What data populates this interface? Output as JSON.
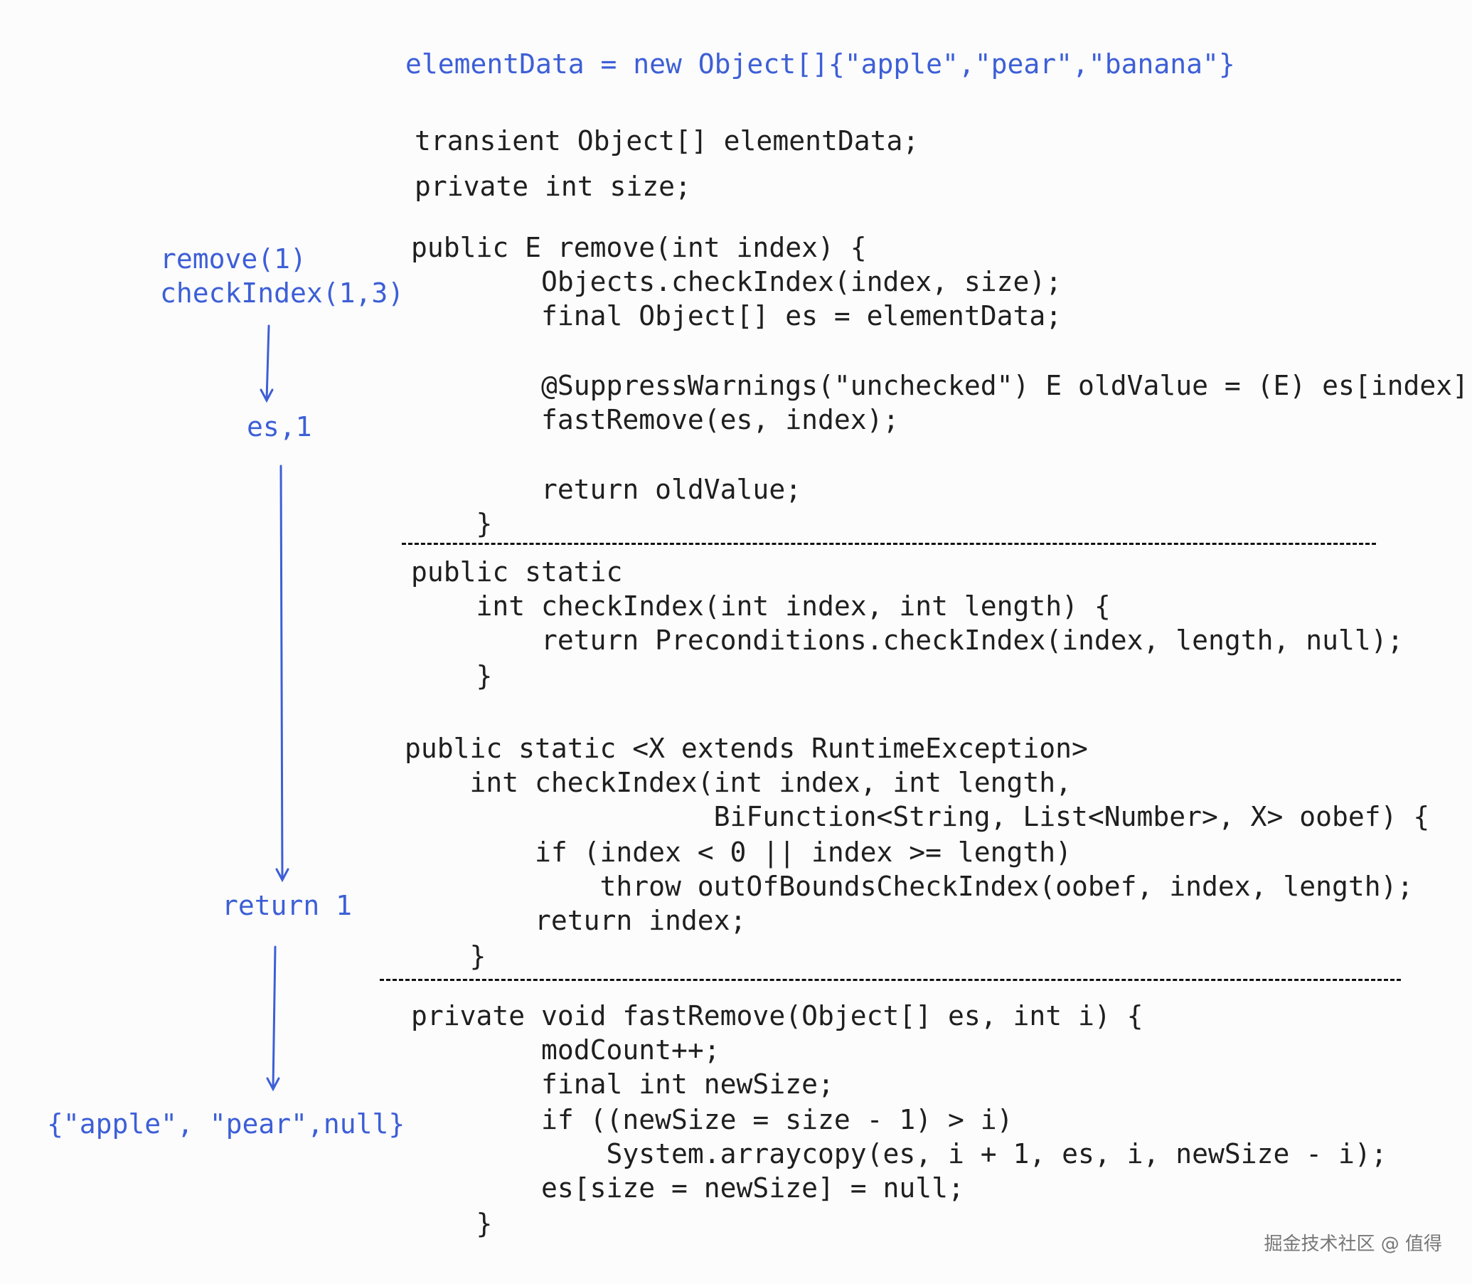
{
  "header": {
    "init_line": "elementData = new Object[]{\"apple\",\"pear\",\"banana\"}"
  },
  "fields": [
    "transient Object[] elementData;",
    "private int size;"
  ],
  "remove_method": [
    "public E remove(int index) {",
    "        Objects.checkIndex(index, size);",
    "        final Object[] es = elementData;",
    "",
    "        @SuppressWarnings(\"unchecked\") E oldValue = (E) es[index];",
    "        fastRemove(es, index);",
    "",
    "        return oldValue;",
    "    }"
  ],
  "check_index_simple": [
    "public static",
    "    int checkIndex(int index, int length) {",
    "        return Preconditions.checkIndex(index, length, null);",
    "    }"
  ],
  "check_index_full": [
    "public static <X extends RuntimeException>",
    "    int checkIndex(int index, int length,",
    "                   BiFunction<String, List<Number>, X> oobef) {",
    "        if (index < 0 || index >= length)",
    "            throw outOfBoundsCheckIndex(oobef, index, length);",
    "        return index;",
    "    }"
  ],
  "fast_remove_method": [
    "private void fastRemove(Object[] es, int i) {",
    "        modCount++;",
    "        final int newSize;",
    "        if ((newSize = size - 1) > i)",
    "            System.arraycopy(es, i + 1, es, i, newSize - i);",
    "        es[size = newSize] = null;",
    "    }"
  ],
  "annotations": {
    "call_remove": "remove(1)",
    "call_check_index": "checkIndex(1,3)",
    "step_es": "es,1",
    "step_return": "return 1",
    "result_array": "{\"apple\", \"pear\",null}"
  },
  "watermark": "掘金技术社区 @ 值得",
  "colors": {
    "annotation": "#3d5fd6",
    "code": "#1f1f1f",
    "background": "#fcfcfd"
  }
}
